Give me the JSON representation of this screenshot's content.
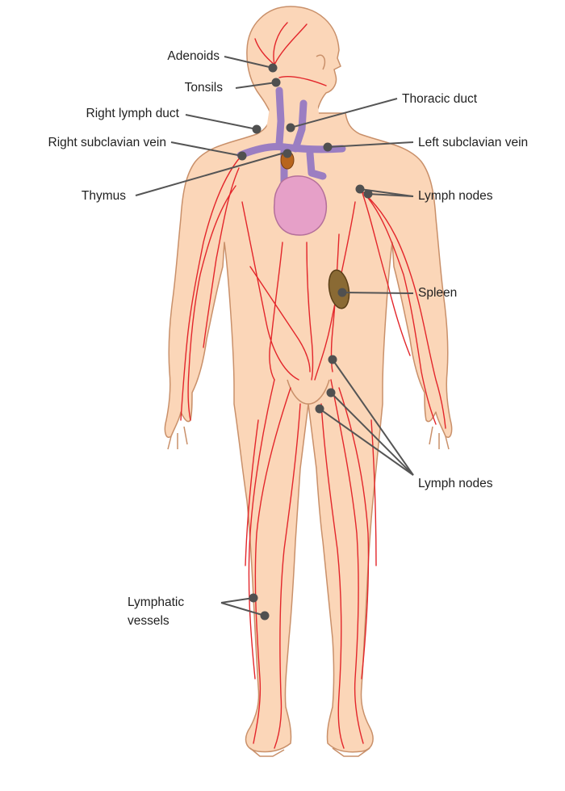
{
  "colors": {
    "skin": "#fbd6b8",
    "skin_outline": "#c9906a",
    "lymph_vessel": "#e3262b",
    "vein": "#9b7ec2",
    "heart": "#e6a0c8",
    "spleen": "#7a5a2e",
    "thymus": "#b8651e",
    "leader_line": "#555555",
    "node_dot": "#505050",
    "text": "#1f1f1f"
  },
  "labels": {
    "adenoids": "Adenoids",
    "tonsils": "Tonsils",
    "right_lymph_duct": "Right lymph duct",
    "thoracic_duct": "Thoracic duct",
    "right_subclavian_vein": "Right subclavian vein",
    "left_subclavian_vein": "Left subclavian vein",
    "thymus": "Thymus",
    "lymph_nodes_upper": "Lymph nodes",
    "spleen": "Spleen",
    "lymph_nodes_lower": "Lymph nodes",
    "lymphatic_vessels_line1": "Lymphatic",
    "lymphatic_vessels_line2": "vessels"
  }
}
